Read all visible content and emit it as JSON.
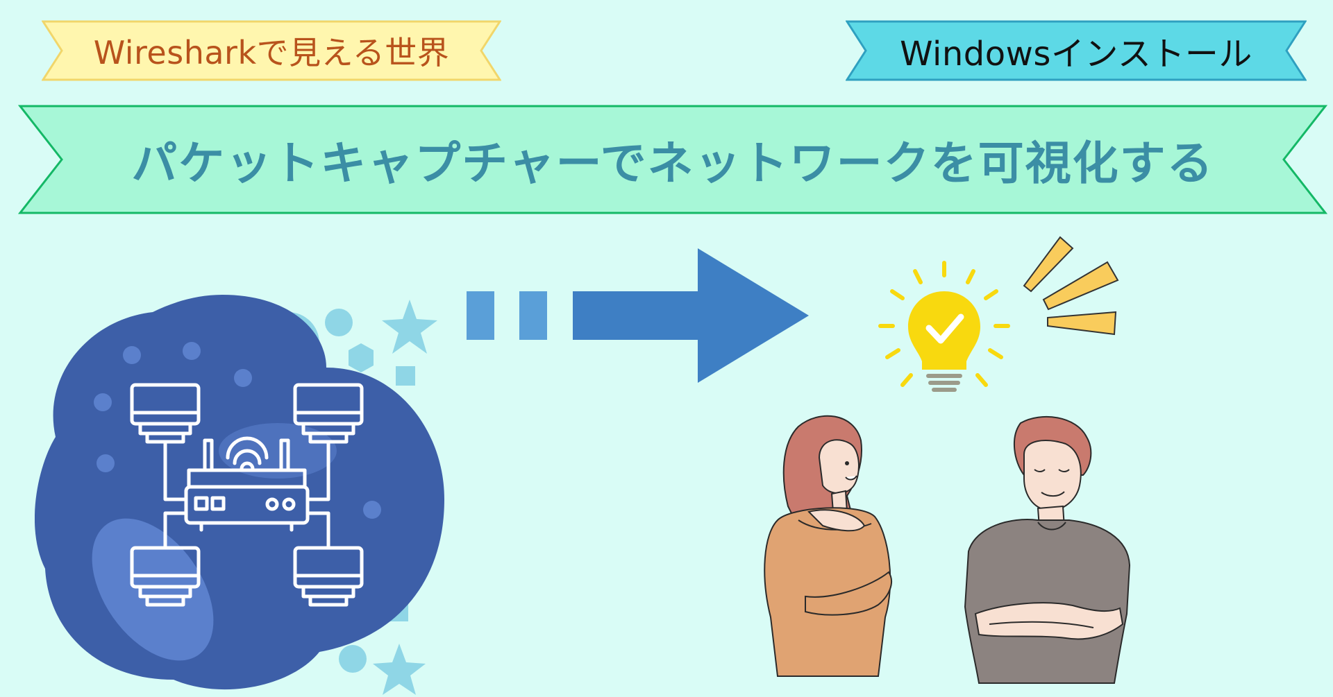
{
  "tags": {
    "left": "Wiresharkで見える世界",
    "right": "Windowsインストール"
  },
  "banner": {
    "title": "パケットキャプチャーでネットワークを可視化する"
  },
  "icons": {
    "network": "network-router-icon",
    "arrow": "right-arrow-icon",
    "lightbulb": "lightbulb-check-icon",
    "woman": "woman-thinking-illustration",
    "man": "man-crossed-arms-illustration"
  },
  "colors": {
    "background": "#d9fcf6",
    "tag_left_fill": "#fff6ae",
    "tag_left_text": "#b8531c",
    "tag_right_fill": "#5dd9e6",
    "banner_fill": "#a7f7d7",
    "banner_border": "#14b866",
    "banner_text": "#3b8ea5",
    "blob": "#3d5fa8",
    "arrow": "#3e7fc4",
    "bulb": "#f8d90f"
  }
}
